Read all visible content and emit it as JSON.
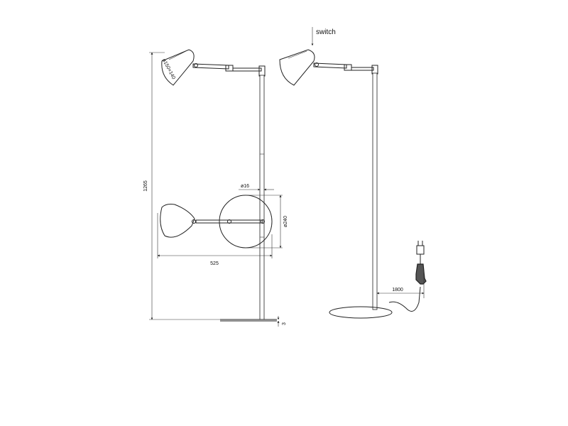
{
  "dimensions": {
    "total_height": "1265",
    "shade_diameter": "ø150×140",
    "pole_diameter": "ø16",
    "base_thickness": "3",
    "cable_length": "1800",
    "base_diameter": "ø240",
    "total_length": "525"
  },
  "labels": {
    "switch": "switch"
  }
}
